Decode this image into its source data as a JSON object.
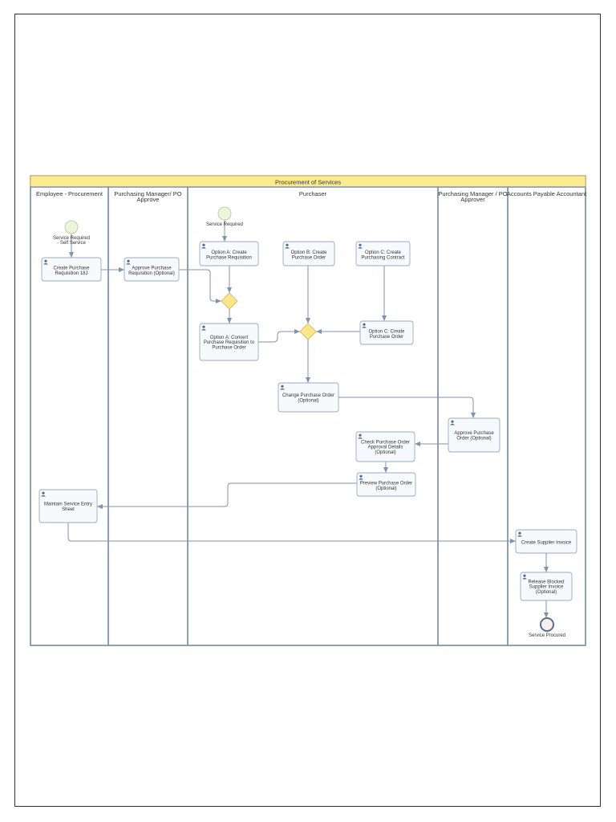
{
  "pool": {
    "title": "Procurement of Services",
    "header_color": "#fdeb8f"
  },
  "lanes": [
    {
      "id": "employee",
      "name": [
        "Employee - Procurement"
      ]
    },
    {
      "id": "pm_approve",
      "name": [
        "Purchasing Manager/ PO",
        "Approve"
      ]
    },
    {
      "id": "purchaser",
      "name": [
        "Purchaser"
      ]
    },
    {
      "id": "pm_approver",
      "name": [
        "Purchasing Manager / PO",
        "Approver"
      ]
    },
    {
      "id": "ap",
      "name": [
        "Accounts Payable Accountant"
      ]
    }
  ],
  "events": [
    {
      "id": "start1",
      "type": "start",
      "label": [
        "Service Required",
        "- Self Service"
      ]
    },
    {
      "id": "start2",
      "type": "start",
      "label": [
        "Service Required"
      ]
    },
    {
      "id": "end1",
      "type": "end",
      "label": [
        "Service Procured"
      ]
    }
  ],
  "tasks": [
    {
      "id": "create_pr",
      "icon": "user-task-icon",
      "label": [
        "Create Purchase",
        "Requisition 18J"
      ]
    },
    {
      "id": "approve_pr",
      "icon": "user-task-icon",
      "label": [
        "Approve Purchase",
        "Requisition (Optional)"
      ]
    },
    {
      "id": "opt_a_create",
      "icon": "user-task-icon",
      "label": [
        "Option A: Create",
        "Purchase Requisition"
      ]
    },
    {
      "id": "opt_a_convert",
      "icon": "user-task-icon",
      "label": [
        "Option A: Convert",
        "Purchase Requisition to",
        "Purchase Order"
      ]
    },
    {
      "id": "opt_b",
      "icon": "user-task-icon",
      "label": [
        "Option B: Create",
        "Purchase Order"
      ]
    },
    {
      "id": "opt_c_contract",
      "icon": "user-task-icon",
      "label": [
        "Option C: Create",
        "Purchasing Contract"
      ]
    },
    {
      "id": "opt_c_po",
      "icon": "user-task-icon",
      "label": [
        "Option C: Create",
        "Purchase Order"
      ]
    },
    {
      "id": "change_po",
      "icon": "user-task-icon",
      "label": [
        "Change Purchase Order",
        "(Optional)"
      ]
    },
    {
      "id": "approve_po",
      "icon": "user-task-icon",
      "label": [
        "Approve Purchase",
        "Order (Optional)"
      ]
    },
    {
      "id": "check_po",
      "icon": "user-task-icon",
      "label": [
        "Check Purchase Order",
        "Approval Details",
        "(Optional)"
      ]
    },
    {
      "id": "preview_po",
      "icon": "user-task-icon",
      "label": [
        "Preview Purchase Order",
        "(Optional)"
      ]
    },
    {
      "id": "maintain_ses",
      "icon": "user-task-icon",
      "label": [
        "Maintain Service Entry",
        "Sheet"
      ]
    },
    {
      "id": "create_inv",
      "icon": "user-task-icon",
      "label": [
        "Create Supplier Invoice"
      ]
    },
    {
      "id": "release_inv",
      "icon": "user-task-icon",
      "label": [
        "Release Blocked",
        "Supplier Invoice",
        "(Optional)"
      ]
    }
  ],
  "gateways": [
    {
      "id": "gw1",
      "type": "exclusive"
    },
    {
      "id": "gw2",
      "type": "exclusive"
    }
  ],
  "colors": {
    "lane_border": "#7f93ad",
    "edge": "#7f93ad",
    "task_fill": "#f7fafd",
    "task_border": "#9aabc0",
    "gateway_fill": "#fde68a",
    "gateway_border": "#d4b24a",
    "start_fill": "#eef3dc",
    "end_fill": "#fbeeee",
    "end_border": "#56708f"
  }
}
